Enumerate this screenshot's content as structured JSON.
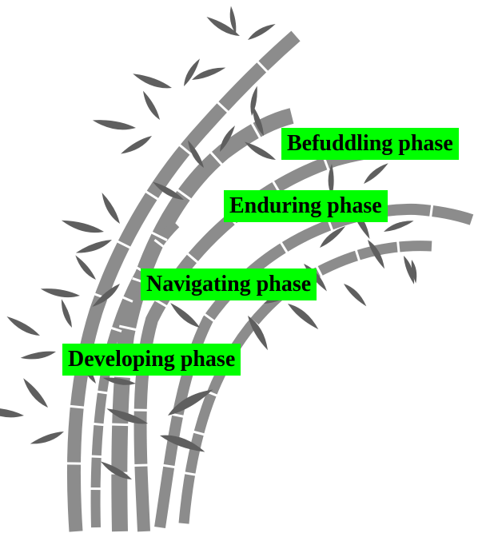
{
  "colors": {
    "label_bg": "#00ff00",
    "stem": "#8c8c8c",
    "leaf": "#5f5f5f",
    "node": "#ffffff"
  },
  "phases": [
    {
      "label": "Befuddling phase"
    },
    {
      "label": "Enduring phase"
    },
    {
      "label": "Navigating phase"
    },
    {
      "label": "Developing phase"
    }
  ]
}
